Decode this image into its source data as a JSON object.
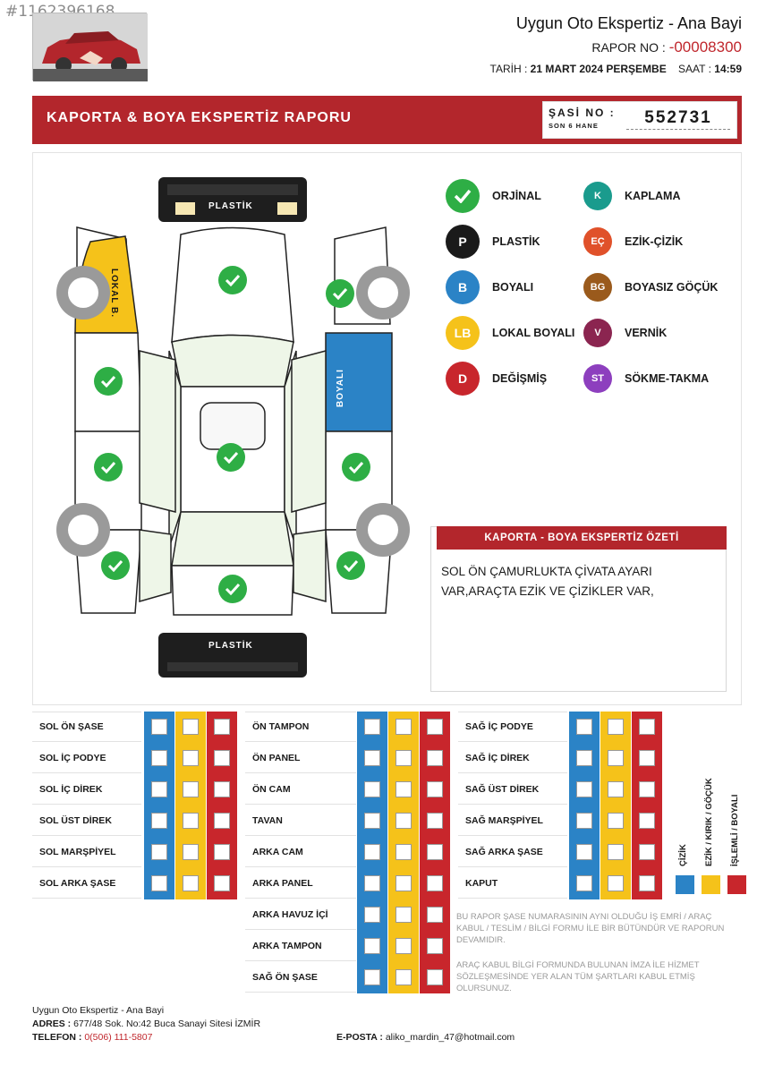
{
  "watermark_id": "#1162396168",
  "company": {
    "name": "Uygun Oto Ekspertiz - Ana Bayi"
  },
  "report": {
    "no_label": "RAPOR NO :",
    "no_value": "-00008300",
    "date_label": "TARİH :",
    "date_value": "21 MART 2024 PERŞEMBE",
    "time_label": "SAAT :",
    "time_value": "14:59"
  },
  "header": {
    "title": "KAPORTA & BOYA EKSPERTİZ RAPORU",
    "chassis_label": "ŞASİ NO :",
    "chassis_sub": "SON 6 HANE",
    "chassis_value": "552731"
  },
  "car_labels": {
    "front_bumper": "PLASTİK",
    "rear_bumper": "PLASTİK",
    "left_local": "LOKAL B.",
    "right_painted": "BOYALI"
  },
  "legend": [
    {
      "code": "",
      "label": "ORJİNAL",
      "color": "#2eae45",
      "icon": "check-icon"
    },
    {
      "code": "K",
      "label": "KAPLAMA",
      "color": "#1a9b8d"
    },
    {
      "code": "P",
      "label": "PLASTİK",
      "color": "#1a1a1a"
    },
    {
      "code": "EÇ",
      "label": "EZİK-ÇİZİK",
      "color": "#e0512a"
    },
    {
      "code": "B",
      "label": "BOYALI",
      "color": "#2b83c6"
    },
    {
      "code": "BG",
      "label": "BOYASIZ GÖÇÜK",
      "color": "#9a5a1c"
    },
    {
      "code": "LB",
      "label": "LOKAL BOYALI",
      "color": "#f5c21a"
    },
    {
      "code": "V",
      "label": "VERNİK",
      "color": "#8b2550"
    },
    {
      "code": "D",
      "label": "DEĞİŞMİŞ",
      "color": "#c8262c"
    },
    {
      "code": "ST",
      "label": "SÖKME-TAKMA",
      "color": "#8d3fbe"
    }
  ],
  "summary": {
    "title": "KAPORTA - BOYA EKSPERTİZ ÖZETİ",
    "text": "SOL ÖN ÇAMURLUKTA ÇİVATA AYARI VAR,ARAÇTA EZİK VE ÇİZİKLER VAR,"
  },
  "table": {
    "col1": [
      "SOL ÖN ŞASE",
      "SOL İÇ PODYE",
      "SOL İÇ DİREK",
      "SOL ÜST DİREK",
      "SOL MARŞPİYEL",
      "SOL ARKA ŞASE"
    ],
    "col2": [
      "ÖN TAMPON",
      "ÖN PANEL",
      "ÖN CAM",
      "TAVAN",
      "ARKA CAM",
      "ARKA PANEL",
      "ARKA HAVUZ İÇİ",
      "ARKA TAMPON",
      "SAĞ ÖN ŞASE"
    ],
    "col3": [
      "SAĞ İÇ PODYE",
      "SAĞ İÇ DİREK",
      "SAĞ ÜST DİREK",
      "SAĞ MARŞPİYEL",
      "SAĞ ARKA ŞASE",
      "KAPUT"
    ]
  },
  "column_legend": [
    {
      "label": "ÇİZİK",
      "color": "#2b83c6"
    },
    {
      "label": "EZİK / KIRIK / GÖÇÜK",
      "color": "#f5c21a"
    },
    {
      "label": "İŞLEMLİ / BOYALI",
      "color": "#c8262c"
    }
  ],
  "notices": [
    "BU RAPOR ŞASE NUMARASININ AYNI OLDUĞU İŞ EMRİ / ARAÇ KABUL / TESLİM / BİLGİ FORMU İLE BİR BÜTÜNDÜR VE RAPORUN DEVAMIDIR.",
    "ARAÇ KABUL BİLGİ FORMUNDA BULUNAN İMZA İLE HİZMET SÖZLEŞMESİNDE YER ALAN TÜM ŞARTLARI KABUL ETMİŞ OLURSUNUZ."
  ],
  "footer": {
    "company": "Uygun Oto Ekspertiz - Ana Bayi",
    "address_label": "ADRES :",
    "address_value": "677/48 Sok. No:42 Buca Sanayi Sitesi İZMİR",
    "phone_label": "TELEFON :",
    "phone_value": "0(506) 111-5807",
    "email_label": "E-POSTA :",
    "email_value": "aliko_mardin_47@hotmail.com"
  }
}
